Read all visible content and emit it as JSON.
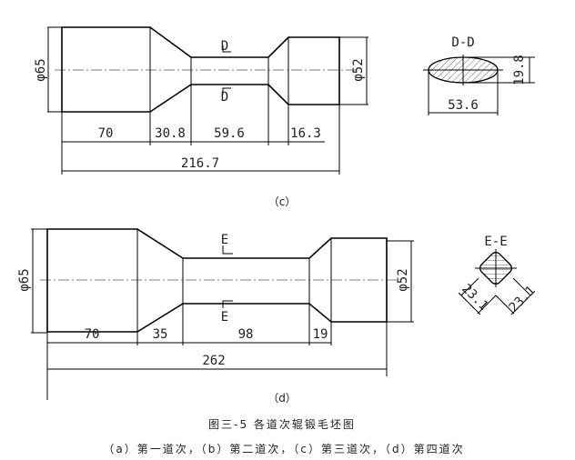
{
  "drawing_c": {
    "label": "（c）",
    "section_label": "D-D",
    "cut_mark": "D",
    "dia_left": "φ65",
    "dia_right": "φ52",
    "segments": [
      "70",
      "30.8",
      "59.6",
      "16.3"
    ],
    "total": "216.7",
    "section_height": "19.8",
    "section_width": "53.6"
  },
  "drawing_d": {
    "label": "（d）",
    "section_label": "E-E",
    "cut_mark": "E",
    "dia_left": "φ65",
    "dia_right": "φ52",
    "segments": [
      "70",
      "35",
      "98",
      "19"
    ],
    "total": "262",
    "section_side_1": "23.1",
    "section_side_2": "23.1"
  },
  "caption": {
    "title": "图三-5 各道次辊锻毛坯图",
    "subtitle": "（a）第一道次，（b）第二道次，（c）第三道次，（d）第四道次"
  }
}
